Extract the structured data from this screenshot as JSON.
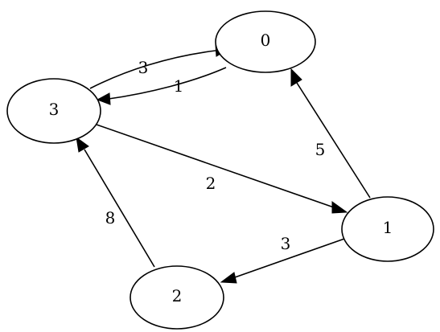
{
  "graph": {
    "type": "directed-weighted-graph",
    "nodes": [
      {
        "id": "0",
        "label": "0"
      },
      {
        "id": "1",
        "label": "1"
      },
      {
        "id": "2",
        "label": "2"
      },
      {
        "id": "3",
        "label": "3"
      }
    ],
    "edges": [
      {
        "from": "3",
        "to": "0",
        "weight": "3"
      },
      {
        "from": "0",
        "to": "3",
        "weight": "1"
      },
      {
        "from": "3",
        "to": "1",
        "weight": "2"
      },
      {
        "from": "1",
        "to": "0",
        "weight": "5"
      },
      {
        "from": "1",
        "to": "2",
        "weight": "3"
      },
      {
        "from": "2",
        "to": "3",
        "weight": "8"
      }
    ]
  }
}
